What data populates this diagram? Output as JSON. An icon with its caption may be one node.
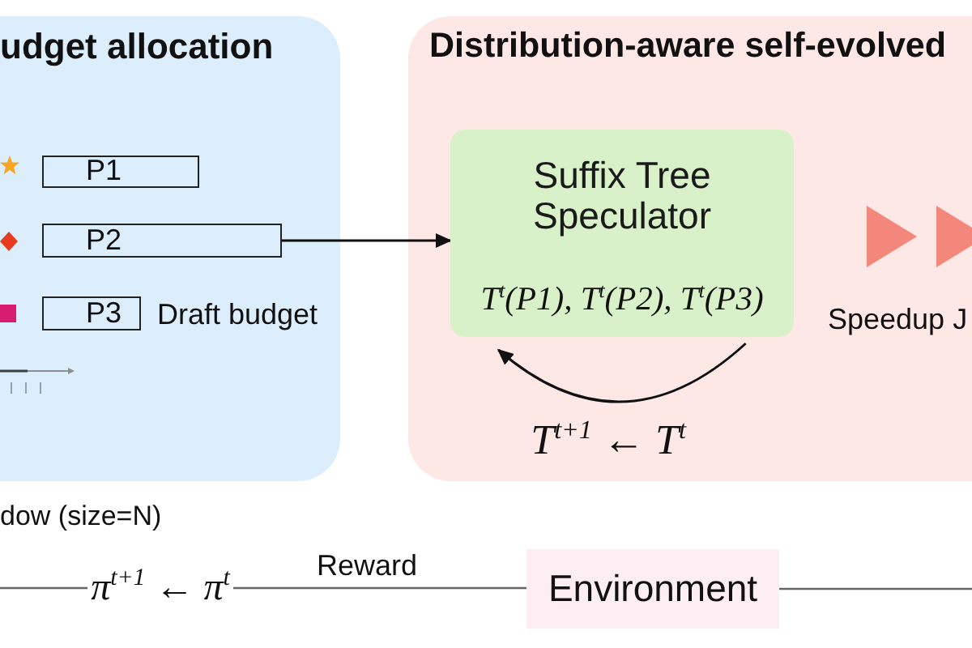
{
  "diagram": {
    "nodes": [
      {
        "text": [
          "udget allocation"
        ]
      },
      {
        "text": [
          "P1"
        ],
        "in": 0
      },
      {
        "text": [
          "P2"
        ],
        "in": 0
      },
      {
        "text": [
          "P3"
        ],
        "in": 0,
        "beside": [
          "Draft budget"
        ]
      },
      {
        "text": [
          "Distribution-aware self-evolved"
        ]
      },
      {
        "text": [
          "Suffix Tree Speculator",
          "T$^{t}$(P1), T$^{t}$(P2), T$^{t}$(P3)"
        ],
        "in": 4
      },
      {
        "text": [
          "π$^{t+1}$ ← π$^{t}$"
        ]
      },
      {
        "text": [
          "Environment"
        ]
      }
    ],
    "edges": [
      {
        "from": 2,
        "to": 5,
        "arrow": "to",
        "color": "#111111"
      },
      {
        "from": 5,
        "to": 5,
        "arrow": "to",
        "label": "T$^{t+1}$ ← T$^{t}$",
        "color": "#111111"
      },
      {
        "from": null,
        "to": 6,
        "arrow": "none"
      },
      {
        "from": 6,
        "to": 7,
        "arrow": "none",
        "label": "Reward"
      },
      {
        "from": 7,
        "to": null,
        "arrow": "none"
      }
    ],
    "labels": [
      "Speedup J",
      "dow (size=N)"
    ]
  }
}
